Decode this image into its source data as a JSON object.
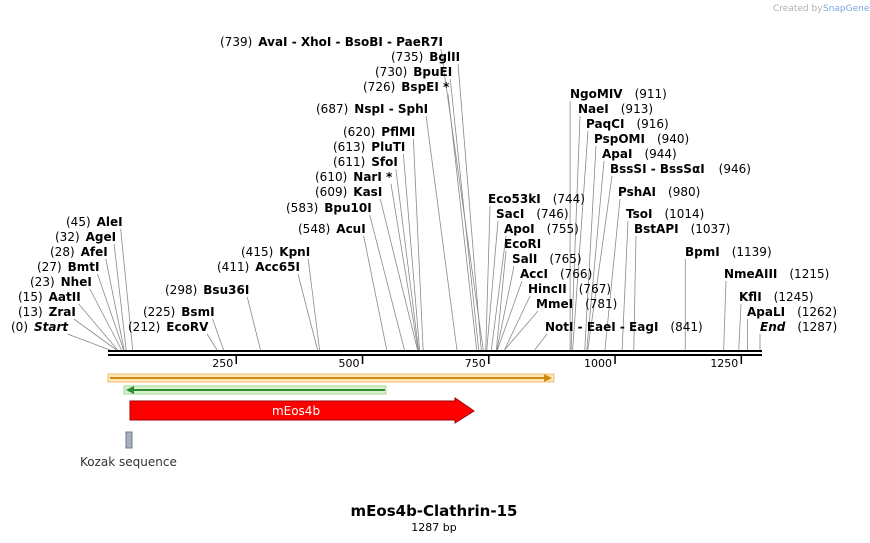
{
  "header": {
    "created_by": "Created by",
    "brand": "SnapGene"
  },
  "map": {
    "title": "mEos4b-Clathrin-15",
    "length_label": "1287 bp",
    "length": 1287,
    "ticks": [
      250,
      500,
      750,
      1000,
      1250
    ]
  },
  "sites": [
    {
      "pos": 739,
      "pos_label": "(739)",
      "names": "AvaI  - XhoI  - BsoBI  - PaeR7I"
    },
    {
      "pos": 735,
      "pos_label": "(735)",
      "names": "BglII"
    },
    {
      "pos": 730,
      "pos_label": "(730)",
      "names": "BpuEI"
    },
    {
      "pos": 726,
      "pos_label": "(726)",
      "names": "BspEI *"
    },
    {
      "pos": 687,
      "pos_label": "(687)",
      "names": "NspI  - SphI"
    },
    {
      "pos": 620,
      "pos_label": "(620)",
      "names": "PflMI"
    },
    {
      "pos": 613,
      "pos_label": "(613)",
      "names": "PluTI"
    },
    {
      "pos": 611,
      "pos_label": "(611)",
      "names": "SfoI"
    },
    {
      "pos": 610,
      "pos_label": "(610)",
      "names": "NarI *"
    },
    {
      "pos": 609,
      "pos_label": "(609)",
      "names": "KasI"
    },
    {
      "pos": 583,
      "pos_label": "(583)",
      "names": "Bpu10I"
    },
    {
      "pos": 548,
      "pos_label": "(548)",
      "names": "AcuI"
    },
    {
      "pos": 415,
      "pos_label": "(415)",
      "names": "KpnI"
    },
    {
      "pos": 411,
      "pos_label": "(411)",
      "names": "Acc65I"
    },
    {
      "pos": 298,
      "pos_label": "(298)",
      "names": "Bsu36I"
    },
    {
      "pos": 225,
      "pos_label": "(225)",
      "names": "BsmI"
    },
    {
      "pos": 212,
      "pos_label": "(212)",
      "names": "EcoRV"
    },
    {
      "pos": 45,
      "pos_label": "(45)",
      "names": "AleI"
    },
    {
      "pos": 32,
      "pos_label": "(32)",
      "names": "AgeI"
    },
    {
      "pos": 28,
      "pos_label": "(28)",
      "names": "AfeI"
    },
    {
      "pos": 27,
      "pos_label": "(27)",
      "names": "BmtI"
    },
    {
      "pos": 23,
      "pos_label": "(23)",
      "names": "NheI"
    },
    {
      "pos": 15,
      "pos_label": "(15)",
      "names": "AatII"
    },
    {
      "pos": 13,
      "pos_label": "(13)",
      "names": "ZraI"
    },
    {
      "pos": 0,
      "pos_label": "(0)",
      "names": "Start"
    },
    {
      "pos": 911,
      "pos_label": "(911)",
      "names": "NgoMIV"
    },
    {
      "pos": 913,
      "pos_label": "(913)",
      "names": "NaeI"
    },
    {
      "pos": 916,
      "pos_label": "(916)",
      "names": "PaqCI"
    },
    {
      "pos": 940,
      "pos_label": "(940)",
      "names": "PspOMI"
    },
    {
      "pos": 944,
      "pos_label": "(944)",
      "names": "ApaI"
    },
    {
      "pos": 946,
      "pos_label": "(946)",
      "names": "BssSI  - BssSαI"
    },
    {
      "pos": 980,
      "pos_label": "(980)",
      "names": "PshAI"
    },
    {
      "pos": 1014,
      "pos_label": "(1014)",
      "names": "TsoI"
    },
    {
      "pos": 1037,
      "pos_label": "(1037)",
      "names": "BstAPI"
    },
    {
      "pos": 1139,
      "pos_label": "(1139)",
      "names": "BpmI"
    },
    {
      "pos": 1215,
      "pos_label": "(1215)",
      "names": "NmeAIII"
    },
    {
      "pos": 1245,
      "pos_label": "(1245)",
      "names": "KflI"
    },
    {
      "pos": 1262,
      "pos_label": "(1262)",
      "names": "ApaLI"
    },
    {
      "pos": 1287,
      "pos_label": "(1287)",
      "names": "End"
    },
    {
      "pos": 744,
      "pos_label": "(744)",
      "names": "Eco53kI"
    },
    {
      "pos": 746,
      "pos_label": "(746)",
      "names": "SacI"
    },
    {
      "pos": 755,
      "pos_label": "(755)",
      "names": "ApoI"
    },
    {
      "pos": 765,
      "pos_label": "(765)",
      "names": "EcoRI"
    },
    {
      "pos": 766,
      "pos_label": "(766)",
      "names": "SalI"
    },
    {
      "pos": 767,
      "pos_label": "(767)",
      "names": "AccI"
    },
    {
      "pos": 781,
      "pos_label": "(781)",
      "names": "HincII"
    },
    {
      "pos": 781,
      "pos_label": "",
      "names": "MmeI"
    },
    {
      "pos": 841,
      "pos_label": "(841)",
      "names": "NotI  - EaeI  - EagI"
    }
  ],
  "features": {
    "main_label": "mEos4b",
    "kozak_label": "Kozak sequence",
    "main_color": "#ff0000",
    "orange_color": "#f0a030",
    "green_color": "#2e8b2e"
  }
}
